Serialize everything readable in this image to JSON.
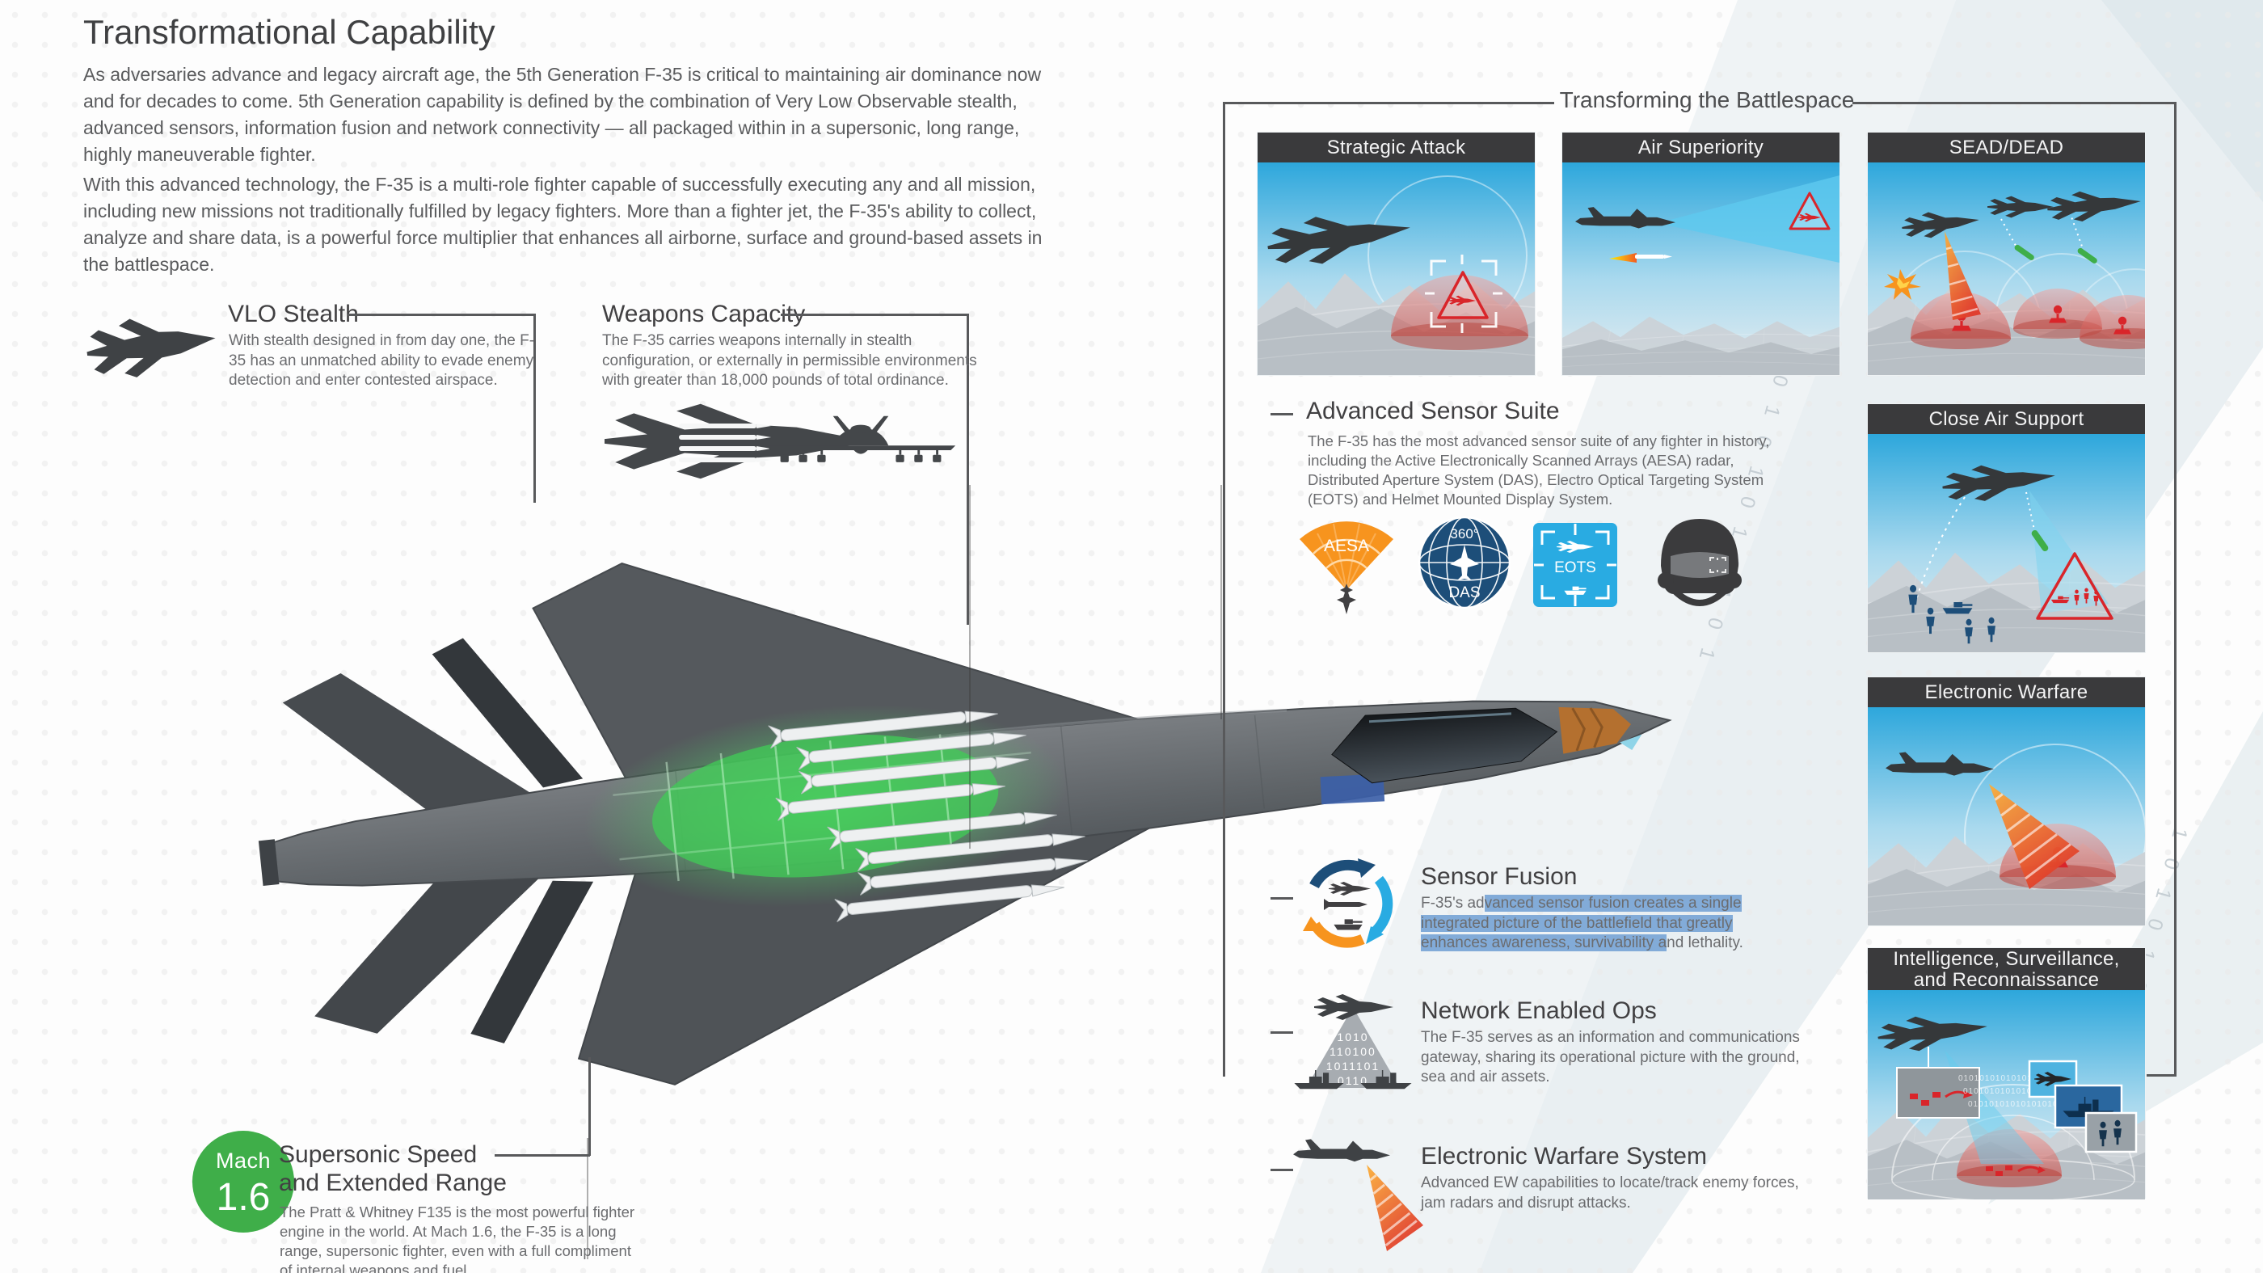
{
  "intro": {
    "title": "Transformational Capability",
    "p1": "As adversaries advance and legacy aircraft age, the 5th Generation F-35 is critical to maintaining air dominance now and for decades to come.  5th Generation capability is defined by the combination of Very Low Observable stealth, advanced sensors, information fusion and network connectivity — all packaged within in a supersonic, long range, highly maneuverable fighter.",
    "p2": "With this advanced technology, the F-35 is a multi-role fighter capable of successfully executing any and all mission, including new missions not traditionally fulfilled by legacy fighters. More than a fighter jet, the F-35's ability to collect, analyze and share data, is a powerful force multiplier that enhances all airborne, surface and ground-based assets in the battlespace."
  },
  "callouts": {
    "vlo": {
      "title": "VLO Stealth",
      "body": "With stealth designed in from day one, the F-35 has an unmatched ability to evade enemy detection and enter contested airspace."
    },
    "weapons": {
      "title": "Weapons Capacity",
      "body": "The F-35 carries weapons internally in stealth configuration, or externally in permissible environments with greater than 18,000 pounds of total ordinance."
    },
    "sensors": {
      "title": "Advanced Sensor Suite",
      "body": "The F-35 has the most advanced sensor suite of any fighter in history, including the Active Electronically Scanned Arrays (AESA) radar, Distributed Aperture System (DAS), Electro Optical Targeting System (EOTS) and Helmet Mounted Display System.",
      "aesa_label": "AESA",
      "das_top": "360°",
      "das_label": "DAS",
      "eots_label": "EOTS"
    },
    "fusion": {
      "title": "Sensor Fusion",
      "body_pre": "F-35's ad",
      "body_hl": "vanced sensor fusion creates a single integrated picture of the battlefield that greatly enhances awareness, survivability a",
      "body_post": "nd lethality."
    },
    "network": {
      "title": "Network Enabled Ops",
      "body": "The F-35 serves as an information and communications gateway, sharing its operational picture with the ground, sea and air assets.",
      "icon_binary": [
        "1010",
        "110100",
        "1011101",
        "0110"
      ]
    },
    "ew": {
      "title": "Electronic Warfare System",
      "body": "Advanced EW capabilities to locate/track enemy forces, jam radars and disrupt attacks."
    },
    "speed": {
      "badge_line1": "Mach",
      "badge_line2": "1.6",
      "title1": "Supersonic Speed",
      "title2": "and Extended Range",
      "body": "The Pratt & Whitney F135 is the most powerful fighter engine in the world. At Mach 1.6, the F-35 is  a long range, supersonic  fighter, even with a full compliment of internal weapons and fuel."
    }
  },
  "battlespace": {
    "title": "Transforming the Battlespace",
    "panels": [
      {
        "title": "Strategic Attack"
      },
      {
        "title": "Air Superiority"
      },
      {
        "title": "SEAD/DEAD"
      },
      {
        "title": "Close Air Support"
      },
      {
        "title": "Electronic Warfare"
      },
      {
        "title": "Intelligence, Surveillance, and Reconnaissance"
      }
    ]
  },
  "decor": {
    "binary_long": "0 1 0 1 0 1 0 1 0 1 0 1 0 1",
    "binary_short": "1 0 1 0 1 0 1",
    "binary_tiny": "1 0 1",
    "isr_binary": "0101010101010101010"
  },
  "colors": {
    "accent_green": "#3fae49",
    "orange": "#f7941e",
    "blue": "#29abe2",
    "navy": "#1d4e79",
    "red": "#d9252a",
    "header_bar": "#3a3a3c",
    "frame_line": "#58595b",
    "selection_highlight": "#82abd8",
    "heading_text": "#414042",
    "body_text": "#6b6c6f"
  }
}
